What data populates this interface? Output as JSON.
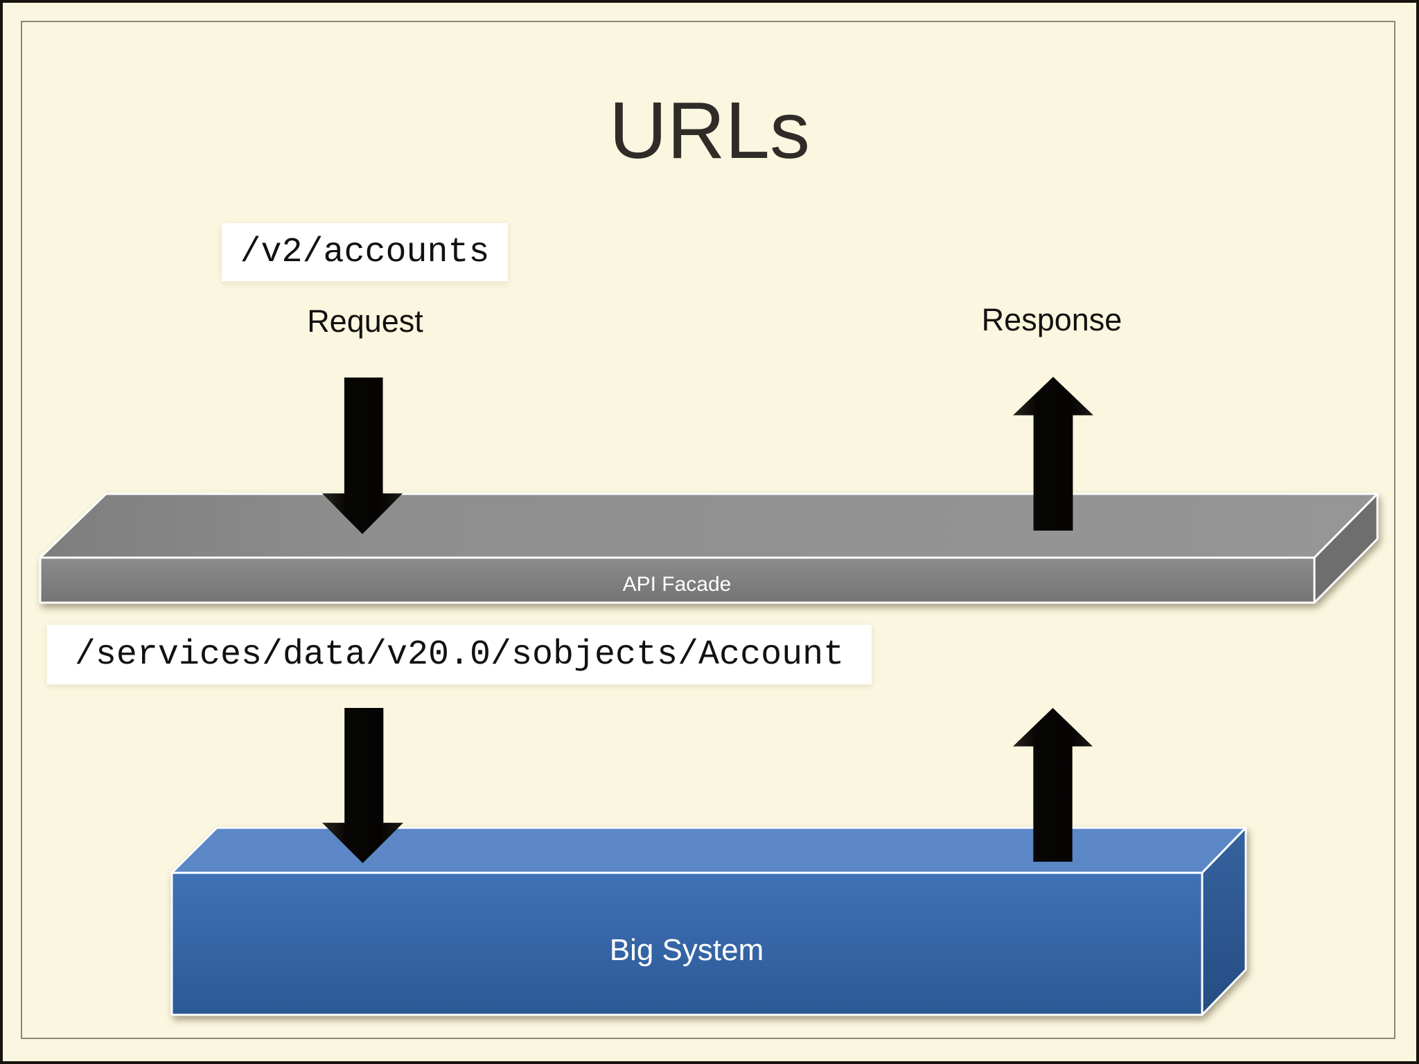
{
  "slide": {
    "title": "URLs"
  },
  "flow": {
    "request_label": "Request",
    "response_label": "Response"
  },
  "urls": {
    "facade_url": "/v2/accounts",
    "backend_url": "/services/data/v20.0/sobjects/Account"
  },
  "layers": {
    "facade": {
      "label": "API Facade"
    },
    "big_system": {
      "label": "Big System"
    }
  },
  "icons": {
    "request_arrow_top": "down-arrow-icon",
    "response_arrow_top": "up-arrow-icon",
    "request_arrow_bottom": "down-arrow-icon",
    "response_arrow_bottom": "up-arrow-icon"
  },
  "colors": {
    "slide-bg": "#FAF6DF",
    "frame-line": "#8A8777",
    "outer-border": "#17140E",
    "title-text": "#2F2C28",
    "body-text": "#121110",
    "facade-top": "#909090",
    "facade-front": "#7E7E7E",
    "facade-side": "#6E6E6E",
    "bigsys-top": "#5B87C7",
    "bigsys-front": "#386AAD",
    "bigsys-side": "#2E5E9C",
    "arrow-black": "#0B0906",
    "label-box-bg": "#FFFFFF"
  }
}
